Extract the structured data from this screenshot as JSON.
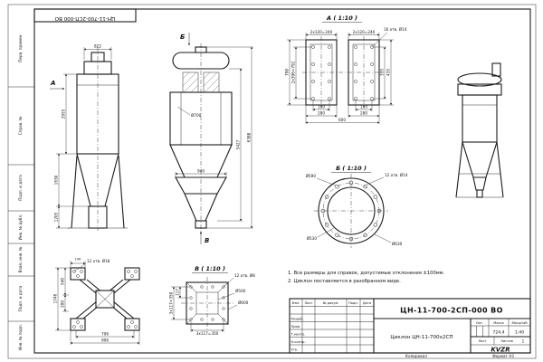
{
  "corner_stamp": "ЦН-11-700-2СП-000 ВО",
  "margin_labels": {
    "perv": "Перв. примен.",
    "sprav": "Справ. №",
    "podp1": "Подп. и дата",
    "inv_dubl": "Инв. № дубл.",
    "vzam": "Взам. инв. №",
    "podp2": "Подп. и дата",
    "inv_podl": "Инв. № подл."
  },
  "view_front": {
    "arrow_label": "А",
    "dim_top": "822",
    "dim_body": "2955",
    "dim_cone": "1630",
    "dim_bin": "1205"
  },
  "view_main": {
    "arrow_top": "Б",
    "arrow_bottom": "В",
    "dia_body": "Ø700",
    "dim_bin_width": "940",
    "dim_inner_height": "5427",
    "dim_total_height": "6388"
  },
  "section_a": {
    "title": "А ( 1:10 )",
    "dim_top_left": "2x120=240",
    "dim_top_right": "2x120=240",
    "holes_note": "16 отв. Ø14",
    "dim_left_outer": "798",
    "dim_left_inner": "2x396=792",
    "dim_right_outer": "435",
    "dim_right_inner": "335",
    "dim_hole_span_left": "180",
    "dim_hole_span_right": "180",
    "dim_plate_left": "280",
    "dim_plate_right": "280",
    "dim_total": "600"
  },
  "section_b": {
    "title": "Б ( 1:10 )",
    "dia_bolt_circle": "Ø590",
    "dia_inner": "Ø530",
    "dia_outer": "Ø630",
    "holes_note": "12 отв. Ø14"
  },
  "section_v": {
    "title": "В ( 1:10 )",
    "holes_note": "12 отв. Ø8",
    "dim_pitch": "117",
    "dim_left": "3x117=350",
    "dim_bottom": "3x117=350",
    "dia_inner": "Ø500",
    "dia_outer": "Ø600"
  },
  "view_base": {
    "holes_note": "12 отв. Ø18",
    "dim_140": "140",
    "dim_540": "540",
    "dim_200": "200",
    "dim_1746": "1746",
    "dim_706": "706",
    "dim_906": "906"
  },
  "notes": {
    "line1": "1. Все размеры для справок, допустимые отклонения ±100мм.",
    "line2": "2. Циклон поставляется в разобранном виде."
  },
  "title_block": {
    "designation": "ЦН-11-700-2СП-000 ВО",
    "product_name": "Циклон ЦН-11-700х2СП",
    "col_izm": "Изм.",
    "col_list": "Лист",
    "col_docum": "№ докум.",
    "col_podp": "Подп.",
    "col_data": "Дата",
    "row_razrab": "Разраб.",
    "row_prov": "Пров.",
    "row_tkontr": "Т.контр.",
    "row_nkontr": "Н.контр.",
    "row_utv": "Утв.",
    "lit_label": "Лит.",
    "mass_label": "Масса",
    "scale_label": "Масштаб",
    "mass_value": "724,4",
    "scale_value": "1:40",
    "sheet_label": "Лист",
    "sheets_label": "Листов",
    "sheets_value": "1",
    "logo": "KVZR",
    "copied_label": "Копировал",
    "format_label": "Формат А3"
  }
}
